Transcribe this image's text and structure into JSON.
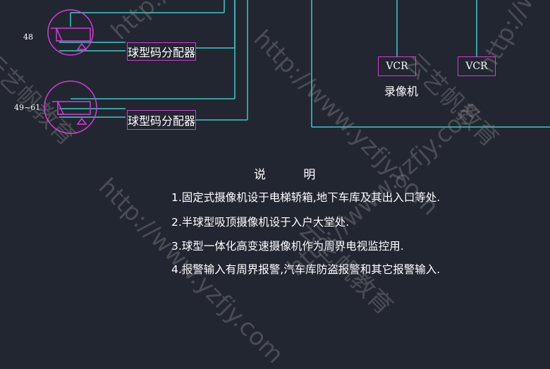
{
  "labels": {
    "camera_1_number": "48",
    "camera_2_number": "49~61",
    "distributor_1": "球型码分配器",
    "distributor_2": "球型码分配器",
    "vcr_1": "VCR",
    "vcr_2": "VCR",
    "recorder": "录像机"
  },
  "notes": {
    "title": "说 明",
    "items": [
      "1.固定式摄像机设于电梯轿箱,地下车库及其出入口等处.",
      "2.半球型吸顶摄像机设于入户大堂处.",
      "3.球型一体化高变速摄像机作为周界电视监控用.",
      "4.报警输入有周界报警,汽车库防盗报警和其它报警输入."
    ]
  },
  "watermarks": {
    "url": "http://www.yzfjy.com",
    "brand": "云艺帆教育"
  },
  "colors": {
    "background": "#222631",
    "wire": "#3cc8c8",
    "device": "#d43cd4",
    "text": "#ffffff"
  }
}
